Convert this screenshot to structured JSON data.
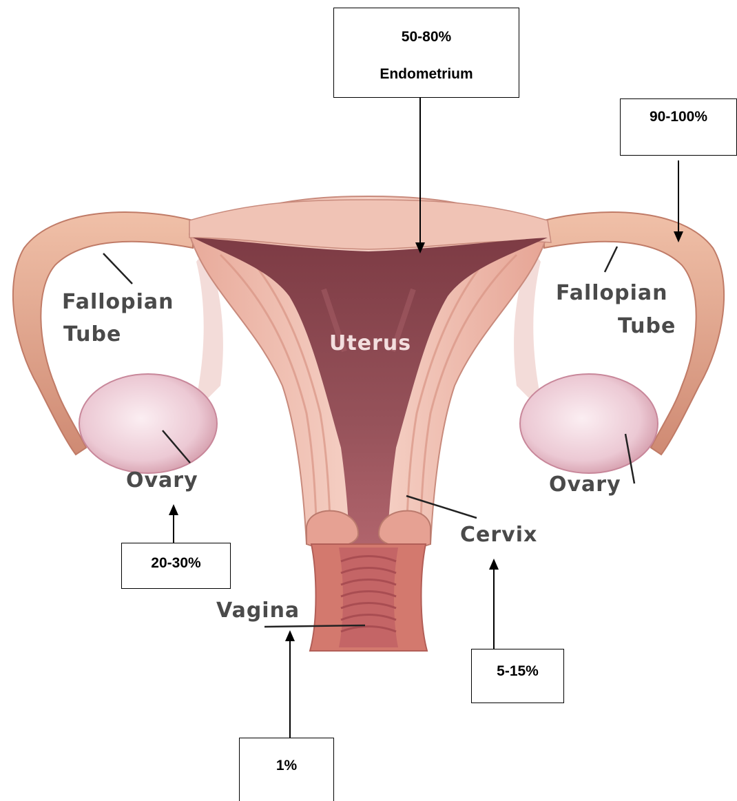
{
  "anatomy_labels": {
    "fallopian_tube_left": [
      "Fallopian",
      "Tube"
    ],
    "fallopian_tube_right": [
      "Fallopian",
      "Tube"
    ],
    "uterus": "Uterus",
    "ovary_left": "Ovary",
    "ovary_right": "Ovary",
    "cervix": "Cervix",
    "vagina": "Vagina"
  },
  "callouts": {
    "endometrium": {
      "value": "50-80%",
      "label": "Endometrium"
    },
    "fallopian_tube": {
      "value": "90-100%"
    },
    "ovary": {
      "value": "20-30%"
    },
    "cervix": {
      "value": "5-15%"
    },
    "vagina": {
      "value": "1%"
    }
  },
  "colors": {
    "skin_light": "#f2c9bd",
    "skin_mid": "#e2a394",
    "tube": "#d9967f",
    "cavity": "#8e4a52",
    "cavity_light": "#b0646c",
    "ovary": "#eed3dc",
    "canal": "#c46566"
  }
}
